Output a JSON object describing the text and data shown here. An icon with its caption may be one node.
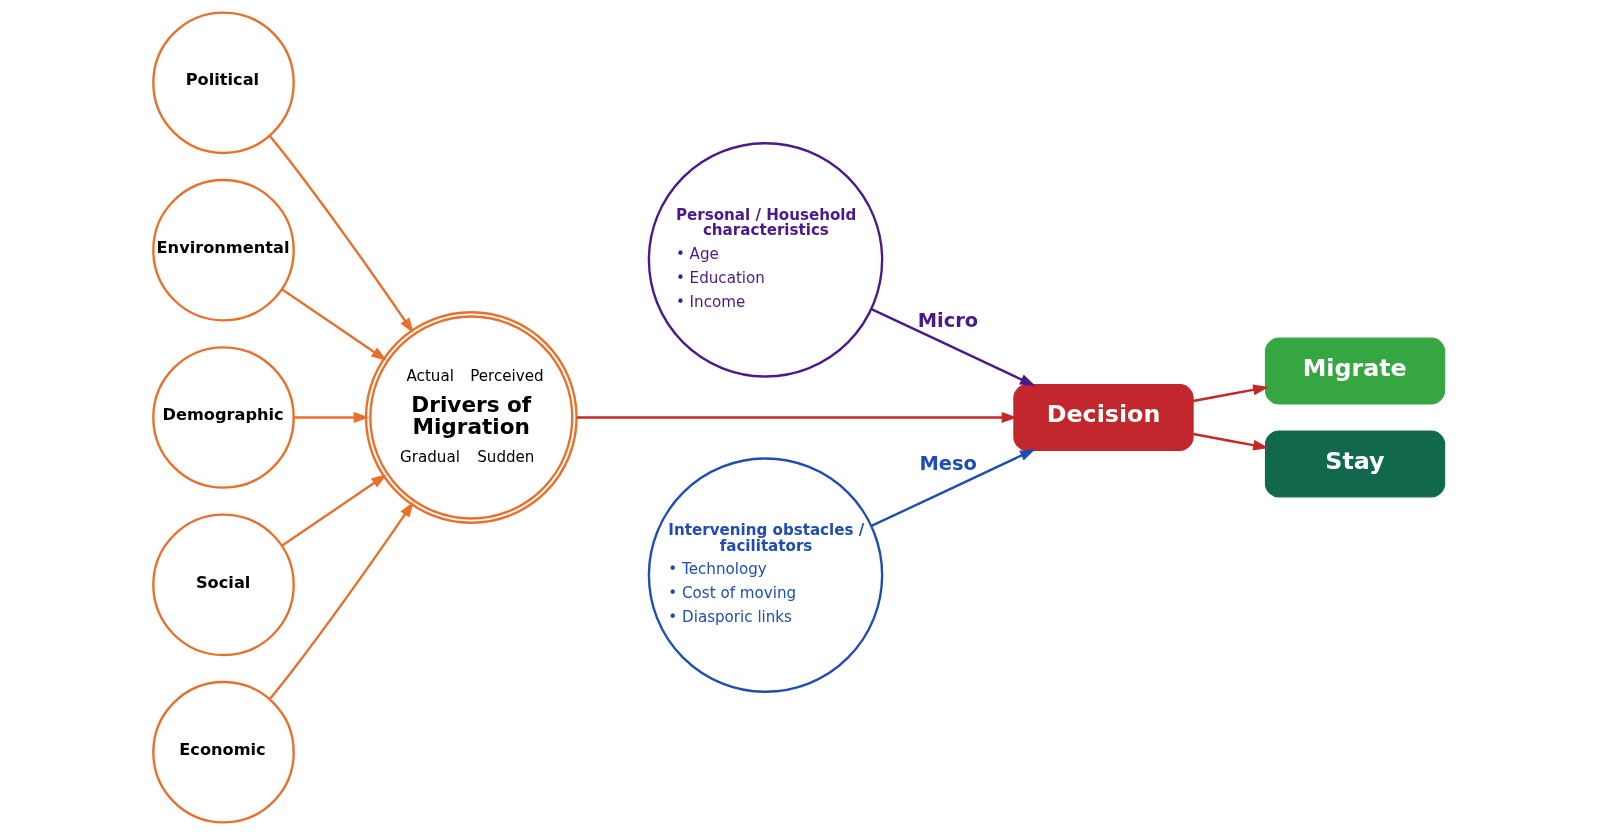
{
  "diagram": {
    "nodes": [
      {
        "text": [
          "Political"
        ]
      },
      {
        "text": [
          "Personal / Household characteristics",
          "• Age",
          "• Education",
          "• Income"
        ]
      },
      {
        "text": [
          "Environmental"
        ]
      },
      {
        "text": [
          "Demographic"
        ]
      },
      {
        "text": [
          "Actual",
          "Perceived",
          "Drivers of Migration",
          "Gradual",
          "Sudden"
        ]
      },
      {
        "text": [
          "Migrate"
        ]
      },
      {
        "text": [
          "Decision"
        ]
      },
      {
        "text": [
          "Stay"
        ]
      },
      {
        "text": [
          "Social"
        ]
      },
      {
        "text": [
          "Economic"
        ]
      },
      {
        "text": [
          "Intervening obstacles / facilitators",
          "• Technology",
          "• Cost of moving",
          "• Diasporic links"
        ]
      }
    ],
    "edges": [
      {
        "from": 0,
        "to": 4,
        "arrow": "to"
      },
      {
        "from": 2,
        "to": 4,
        "arrow": "to"
      },
      {
        "from": 3,
        "to": 4,
        "arrow": "to"
      },
      {
        "from": 4,
        "to": 6,
        "arrow": "to",
        "color": "#c62828"
      },
      {
        "from": 1,
        "to": 6,
        "arrow": "to",
        "label": "Micro",
        "color": "#4a1a8c"
      },
      {
        "from": 6,
        "to": 5,
        "arrow": "to",
        "color": "#c62828"
      },
      {
        "from": 6,
        "to": 7,
        "arrow": "to",
        "color": "#c62828"
      },
      {
        "from": 8,
        "to": 4,
        "arrow": "to"
      },
      {
        "from": 9,
        "to": 4,
        "arrow": "to"
      },
      {
        "from": 10,
        "to": 6,
        "arrow": "to",
        "label": "Meso",
        "color": "#1f4db3"
      }
    ]
  }
}
